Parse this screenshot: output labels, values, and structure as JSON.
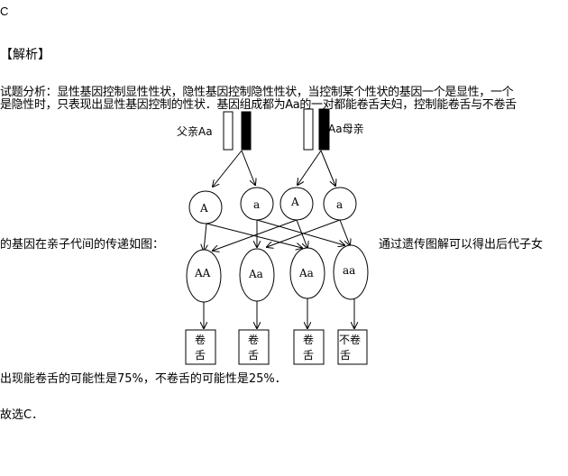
{
  "answer": "C",
  "section_title": "【解析】",
  "paragraphs": {
    "p1": "试题分析：显性基因控制显性性状，隐性基因控制隐性性状，当控制某个性状的基因一个是显性，一个",
    "p2": "是隐性时，只表现出显性基因控制的性状．基因组成都为Aa的一对都能卷舌夫妇，控制能卷舌与不卷舌",
    "p3_left": "的基因在亲子代间的传递如图：",
    "p3_right": "通过遗传图解可以得出后代子女",
    "p4": "出现能卷舌的可能性是75%，不卷舌的可能性是25%．",
    "p5": "故选C．"
  },
  "diagram": {
    "father_label": "父亲Aa",
    "mother_label": "Aa母亲",
    "gametes": [
      "A",
      "a",
      "A",
      "a"
    ],
    "offspring_genotypes": [
      "AA",
      "Aa",
      "Aa",
      "aa"
    ],
    "phenotypes": [
      {
        "line1": "卷",
        "line2": "舌"
      },
      {
        "line1": "卷",
        "line2": "舌"
      },
      {
        "line1": "卷",
        "line2": "舌"
      },
      {
        "line1": "不卷",
        "line2": "舌"
      }
    ]
  }
}
